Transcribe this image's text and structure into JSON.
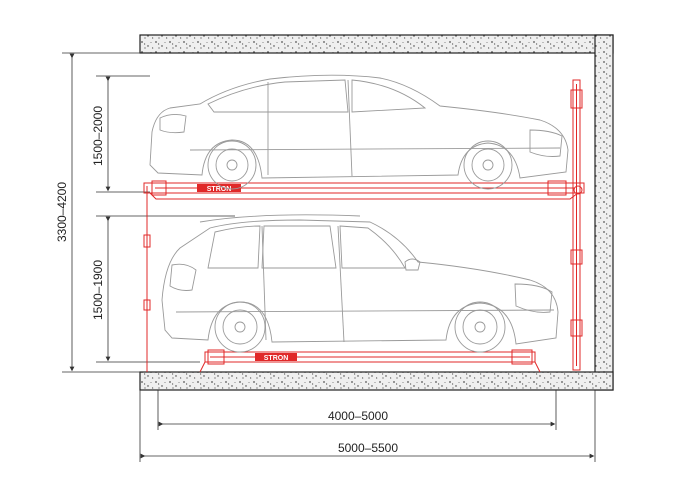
{
  "dimensions": {
    "total_height": "3300–4200",
    "upper_clearance": "1500–2000",
    "lower_clearance": "1500–1900",
    "inner_width": "4000–5000",
    "total_width": "5000–5500"
  },
  "brand": {
    "upper_platform_logo": "STRON",
    "lower_platform_logo": "STRON"
  },
  "colors": {
    "lift_structure": "#e02828",
    "car_outline": "#9a9a9a",
    "concrete": "#e6e6e6",
    "dimension_lines": "#333333"
  }
}
